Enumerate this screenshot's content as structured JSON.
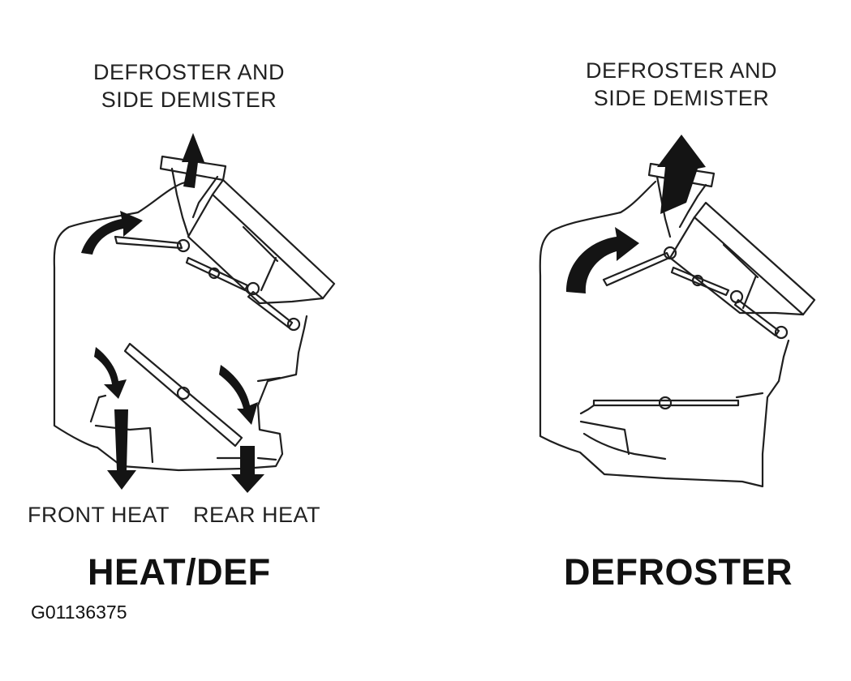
{
  "heat_def": {
    "outlet_label_line1": "DEFROSTER AND",
    "outlet_label_line2": "SIDE DEMISTER",
    "front_label": "FRONT HEAT",
    "rear_label": "REAR HEAT",
    "title": "HEAT/DEF"
  },
  "defroster": {
    "outlet_label_line1": "DEFROSTER AND",
    "outlet_label_line2": "SIDE DEMISTER",
    "title": "DEFROSTER"
  },
  "figure_code": "G01136375",
  "colors": {
    "line": "#1f1f1f",
    "arrow": "#141414",
    "paper": "#ffffff"
  }
}
